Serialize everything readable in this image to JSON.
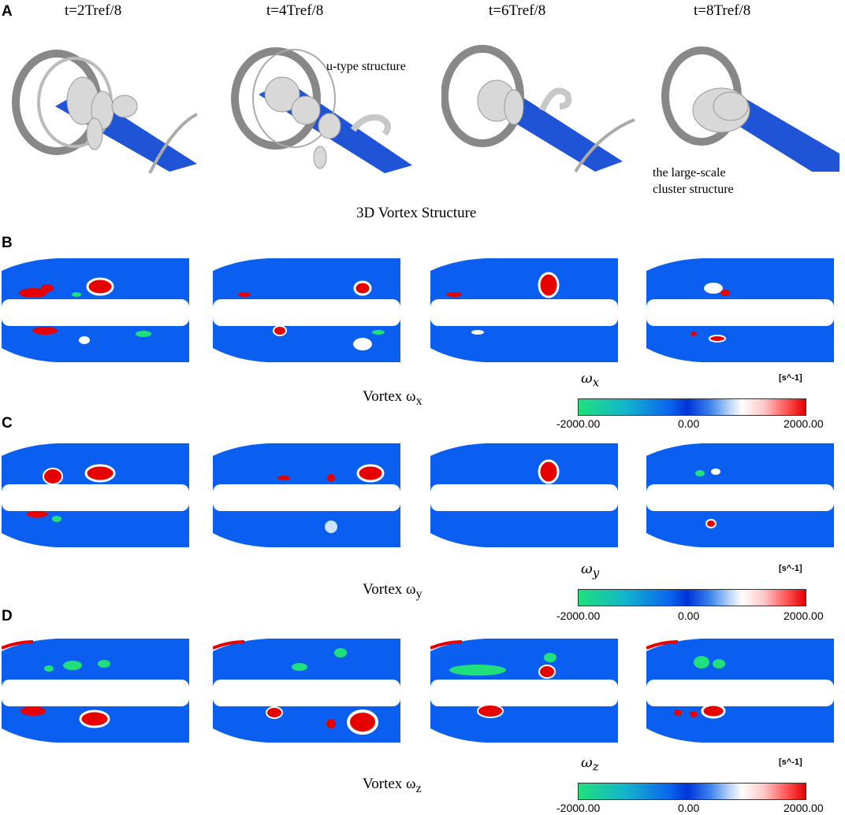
{
  "panels": {
    "A": {
      "label": "A",
      "times": [
        "t=2Tref/8",
        "t=4Tref/8",
        "t=6Tref/8",
        "t=8Tref/8"
      ],
      "annotation_u": "u-type structure",
      "annotation_cluster_1": "the large-scale",
      "annotation_cluster_2": "cluster structure",
      "caption": "3D Vortex Structure"
    },
    "B": {
      "label": "B",
      "caption_prefix": "Vortex ω",
      "caption_sub": "x",
      "symbol": "ω",
      "symbol_sub": "x"
    },
    "C": {
      "label": "C",
      "caption_prefix": "Vortex ω",
      "caption_sub": "y",
      "symbol": "ω",
      "symbol_sub": "y"
    },
    "D": {
      "label": "D",
      "caption_prefix": "Vortex ω",
      "caption_sub": "z",
      "symbol": "ω",
      "symbol_sub": "z"
    }
  },
  "colorbar": {
    "unit": "[s^-1]",
    "min_label": "-2000.00",
    "mid_label": "0.00",
    "max_label": "2000.00",
    "colors": {
      "background_flow": "#0a5ff0",
      "positive": "#e60000",
      "negative": "#1fe07a",
      "pipe": "#1f54d6",
      "vortex_surface": "#cfcfcf"
    }
  }
}
